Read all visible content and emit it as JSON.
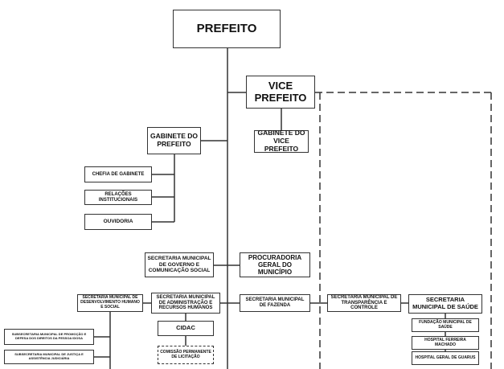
{
  "boxes": {
    "prefeito": "PREFEITO",
    "vice_prefeito": "VICE PREFEITO",
    "gabinete_prefeito": "GABINETE DO PREFEITO",
    "gabinete_vice": "GABINETE DO VICE PREFEITO",
    "chefia": "CHEFIA DE GABINETE",
    "relacoes": "RELAÇÕES INSTITUCIONAIS",
    "ouvidoria": "OUVIDORIA",
    "sec_governo": "SECRETARIA MUNICIPAL DE GOVERNO E COMUNICAÇÃO SOCIAL",
    "procuradoria": "PROCURADORIA GERAL DO MUNICÍPIO",
    "sec_desenvolvimento": "SECRETARIA MUNICIPAL DE DESENVOLVIMENTO HUMANO E SOCIAL",
    "sec_administracao": "SECRETARIA MUNICIPAL DE ADMINISTRAÇÃO E RECURSOS HUMANOS",
    "sec_fazenda": "SECRETARIA MUNICIPAL DE FAZENDA",
    "sec_transparencia": "SECRETARIA MUNICIPAL DE TRANSPARÊNCIA E CONTROLE",
    "sec_saude": "SECRETARIA MUNICIPAL DE SAÚDE",
    "subsec_idosa": "SUBSECRETARIA MUNICIPAL DE PROMOÇÃO E DEFESA DOS DIREITOS DA PESSOA IDOSA",
    "subsec_justica": "SUBSECRETARIA MUNICIPAL DE JUSTIÇA E ASSISTÊNCIA JUDICIÁRIA",
    "cidac": "CIDAC",
    "comissao": "COMISSÃO PERMANENTE DE LICITAÇÃO",
    "fundacao": "FUNDAÇÃO MUNICIPAL DE SAÚDE",
    "hospital_ferreira": "HOSPITAL FERREIRA MACHADO",
    "hospital_guarus": "HOSPITAL GERAL DE GUARUS"
  }
}
